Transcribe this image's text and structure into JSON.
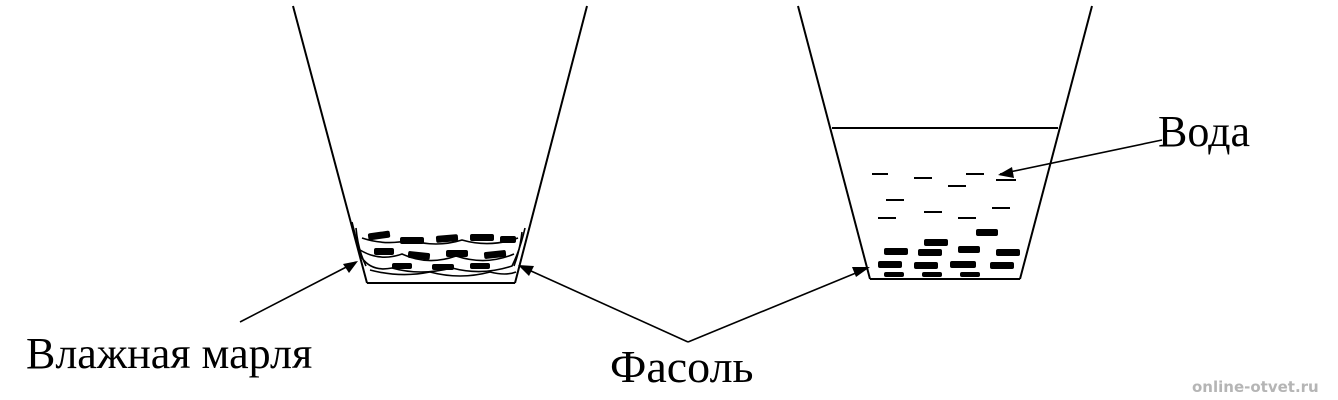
{
  "labels": {
    "gauze": "Влажная марля",
    "beans": "Фасоль",
    "water": "Вода"
  },
  "watermark": "online-otvet.ru",
  "colors": {
    "line": "#000000",
    "background": "#ffffff",
    "watermark": "#b5b5b5"
  }
}
